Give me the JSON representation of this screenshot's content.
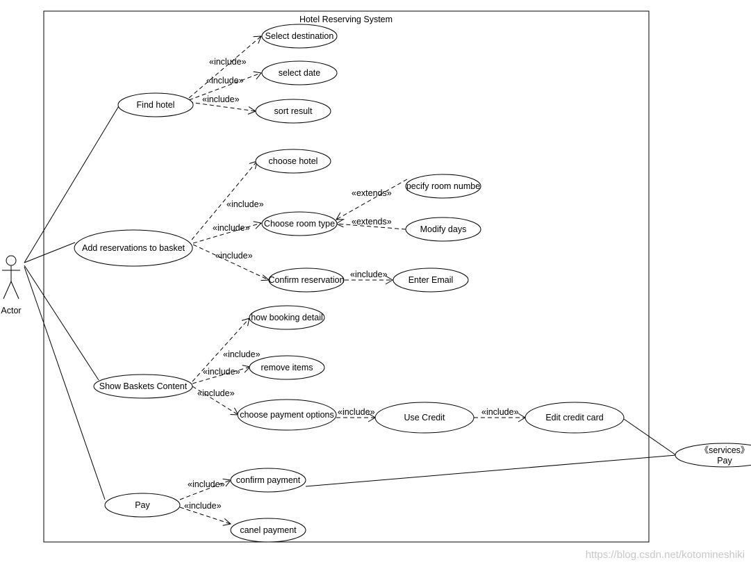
{
  "system_title": "Hotel Reserving System",
  "actor": {
    "label": "Actor"
  },
  "use_cases": {
    "find_hotel": "Find hotel",
    "select_destination": "Select destination",
    "select_date": "select date",
    "sort_result": "sort result",
    "add_reservations": "Add reservations to basket",
    "choose_hotel": "choose hotel",
    "choose_room_type": "Choose room type",
    "specify_room_number": "pecify room numbe",
    "modify_days": "Modify days",
    "confirm_reservation": "Confirm reservation",
    "enter_email": "Enter Email",
    "show_baskets": "Show Baskets Content",
    "show_booking_detail": "how booking detail",
    "remove_items": "remove items",
    "choose_payment_options": "choose payment options",
    "use_credit": "Use Credit",
    "edit_credit_card": "Edit credit card",
    "pay": "Pay",
    "confirm_payment": "confirm payment",
    "canel_payment": "canel payment"
  },
  "external_service": {
    "line1": "《services》",
    "line2": "Pay"
  },
  "stereotypes": {
    "include": "«include»",
    "extends": "«extends»"
  },
  "watermark": "https://blog.csdn.net/kotomineshiki"
}
